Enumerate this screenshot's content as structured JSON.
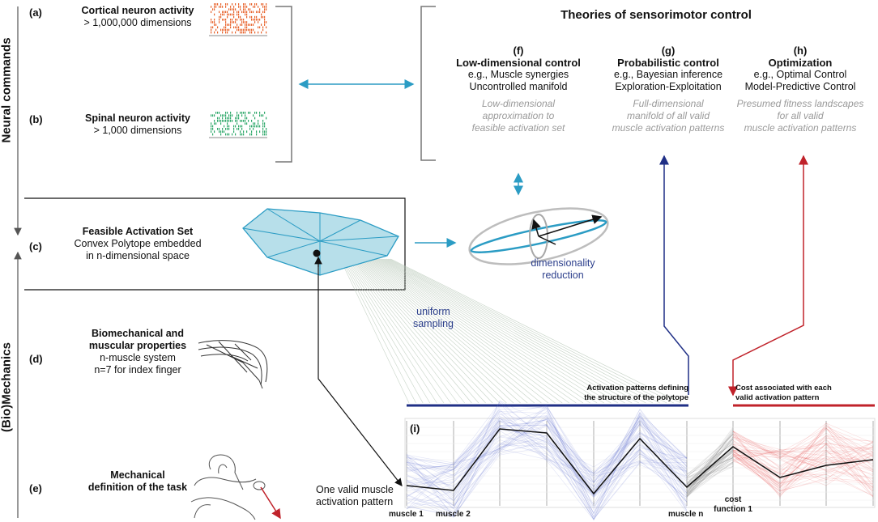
{
  "side_titles": {
    "neural": "Neural commands",
    "mech": "(Bio)Mechanics"
  },
  "rows": {
    "a": {
      "tag": "(a)",
      "title": "Cortical neuron activity",
      "sub": "> 1,000,000 dimensions"
    },
    "b": {
      "tag": "(b)",
      "title": "Spinal neuron activity",
      "sub": "> 1,000 dimensions"
    },
    "c": {
      "tag": "(c)",
      "title": "Feasible Activation Set",
      "sub1": "Convex Polytope embedded",
      "sub2": "in n-dimensional space"
    },
    "d": {
      "tag": "(d)",
      "title1": "Biomechanical and",
      "title2": "muscular properties",
      "sub1": "n-muscle system",
      "sub2": "n=7 for index finger"
    },
    "e": {
      "tag": "(e)",
      "title1": "Mechanical",
      "title2": "definition of the task"
    }
  },
  "theories": {
    "heading": "Theories of sensorimotor control",
    "f": {
      "tag": "(f)",
      "title": "Low-dimensional control",
      "l1": "e.g., Muscle synergies",
      "l2": "Uncontrolled manifold",
      "g1": "Low-dimensional",
      "g2": "approximation to",
      "g3": "feasible activation set"
    },
    "g": {
      "tag": "(g)",
      "title": "Probabilistic control",
      "l1": "e.g., Bayesian inference",
      "l2": "Exploration-Exploitation",
      "g1": "Full-dimensional",
      "g2": "manifold of all valid",
      "g3": "muscle activation patterns"
    },
    "h": {
      "tag": "(h)",
      "title": "Optimization",
      "l1": "e.g., Optimal Control",
      "l2": "Model-Predictive Control",
      "g1": "Presumed fitness landscapes",
      "g2": "for all valid",
      "g3": "muscle activation patterns"
    }
  },
  "annotations": {
    "dim1": "dimensionality",
    "dim2": "reduction",
    "uni1": "uniform",
    "uni2": "sampling",
    "act1": "Activation patterns defining",
    "act2": "the structure of the polytope",
    "cost1": "Cost associated with each",
    "cost2": "valid activation pattern",
    "valid1": "One valid muscle",
    "valid2": "activation pattern"
  },
  "panel_i": {
    "tag": "(i)",
    "axis_labels": {
      "m1": "muscle 1",
      "m2": "muscle 2",
      "mn": "muscle n",
      "cost1": "cost",
      "cost2": "function 1"
    }
  },
  "colors": {
    "cyan": "#2b9cc4",
    "navy": "#1f2f86",
    "red": "#c0222a",
    "orange": "#e8632c",
    "green": "#2ea86a",
    "grey": "#888888"
  }
}
